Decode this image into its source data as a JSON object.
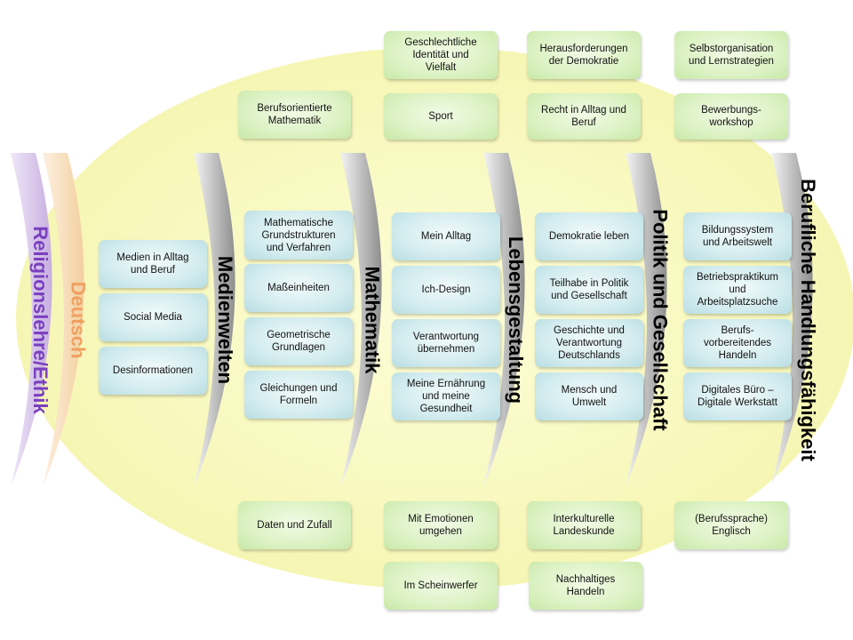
{
  "columns": {
    "religion": {
      "label": "Religionslehre/Ethik",
      "color": "#7a3fbf"
    },
    "deutsch": {
      "label": "Deutsch",
      "color": "#f0a060"
    },
    "medien": {
      "label": "Medienwelten",
      "color": "#000000"
    },
    "mathe": {
      "label": "Mathematik",
      "color": "#000000"
    },
    "leben": {
      "label": "Lebensgestaltung",
      "color": "#000000"
    },
    "politik": {
      "label": "Politik und Gesellschaft",
      "color": "#000000"
    },
    "beruf": {
      "label": "Berufliche Handlungsfähigkeit",
      "color": "#000000"
    }
  },
  "boxes": {
    "medien_alltag": "Medien in Alltag\nund Beruf",
    "social_media": "Social Media",
    "desinformationen": "Desinformationen",
    "berufsorientierte_mathematik": "Berufsorientierte\nMathematik",
    "mathematische_grundstrukturen": "Mathematische\nGrundstrukturen\nund Verfahren",
    "masseinheiten": "Maßeinheiten",
    "geometrische_grundlagen": "Geometrische\nGrundlagen",
    "gleichungen_formeln": "Gleichungen und\nFormeln",
    "daten_zufall": "Daten und Zufall",
    "geschlechtliche_identitaet": "Geschlechtliche\nIdentität und\nVielfalt",
    "sport": "Sport",
    "mein_alltag": "Mein Alltag",
    "ich_design": "Ich-Design",
    "verantwortung": "Verantwortung\nübernehmen",
    "ernaehrung": "Meine Ernährung\nund meine\nGesundheit",
    "emotionen": "Mit Emotionen\numgehen",
    "scheinwerfer": "Im Scheinwerfer",
    "herausforderungen": "Herausforderungen\nder Demokratie",
    "recht": "Recht in Alltag und\nBeruf",
    "demokratie_leben": "Demokratie leben",
    "teilhabe": "Teilhabe in Politik\nund Gesellschaft",
    "geschichte": "Geschichte und\nVerantwortung\nDeutschlands",
    "mensch_umwelt": "Mensch und\nUmwelt",
    "interkulturelle": "Interkulturelle\nLandeskunde",
    "nachhaltiges": "Nachhaltiges\nHandeln",
    "selbstorganisation": "Selbstorganisation\nund Lernstrategien",
    "bewerbungs": "Bewerbungs-\nworkshop",
    "bildungssystem": "Bildungssystem\nund Arbeitswelt",
    "betriebspraktikum": "Betriebspraktikum\nund\nArbeitsplatzsuche",
    "berufsvorbereitendes": "Berufs-\nvorbereitendes\nHandeln",
    "digitales_buero": "Digitales Büro –\nDigitale Werkstatt",
    "englisch": "(Berufssprache)\nEnglisch"
  },
  "style": {
    "ellipse_fill": "#fbfbc8",
    "arc_gray_dark": "#9a9a9a",
    "arc_gray_light": "#f4f4f4",
    "box_green": "#d8f0c0",
    "box_blue": "#cfe9ed"
  }
}
